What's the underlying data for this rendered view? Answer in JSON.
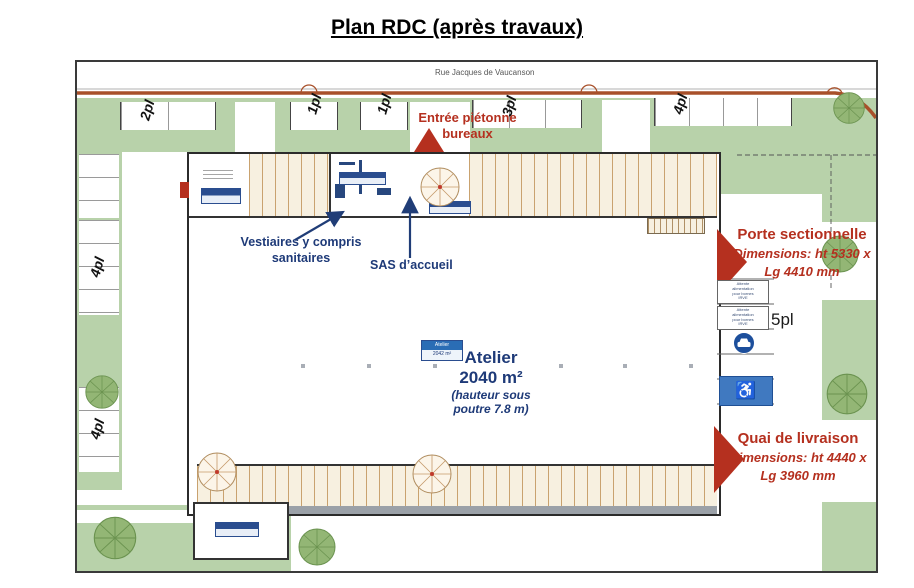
{
  "title": "Plan RDC (après travaux)",
  "street_name": "Rue Jacques de Vaucanson",
  "parking": {
    "top": [
      "2pl",
      "1pl",
      "1pl",
      "3pl",
      "4pl"
    ],
    "left": [
      "4pl",
      "4pl"
    ],
    "right_count": "5pl"
  },
  "entrance": {
    "line1": "Entrée piétonne",
    "line2": "bureaux"
  },
  "vestiaires": {
    "line1": "Vestiaires y compris",
    "line2": "sanitaires"
  },
  "sas_label": "SAS d’accueil",
  "atelier": {
    "name": "Atelier",
    "area": "2040 m²",
    "note1": "(hauteur sous",
    "note2": "poutre 7.8 m)",
    "tag_title": "Atelier",
    "tag_area": "2042 m²"
  },
  "porte": {
    "title": "Porte sectionnelle",
    "dim1": "Dimensions:  ht 5330 x",
    "dim2": "Lg 4410 mm"
  },
  "quai": {
    "title": "Quai de livraison",
    "dim1": "Dimensions:  ht 4440 x",
    "dim2": "Lg 3960 mm"
  },
  "ev_note": {
    "l1": "Attente",
    "l2": "alimentation",
    "l3": "pour bornes",
    "l4": "IRVE"
  },
  "wheelchair_glyph": "♿",
  "colors": {
    "green": "#b8d2aa",
    "tree": "#93b675",
    "road": "#a8502a",
    "red_accent": "#b5301f",
    "navy_accent": "#1e3a78",
    "stall_line": "#c9a26f",
    "stall_bg": "#f7f0e0",
    "accessible_blue": "#4079c0"
  }
}
